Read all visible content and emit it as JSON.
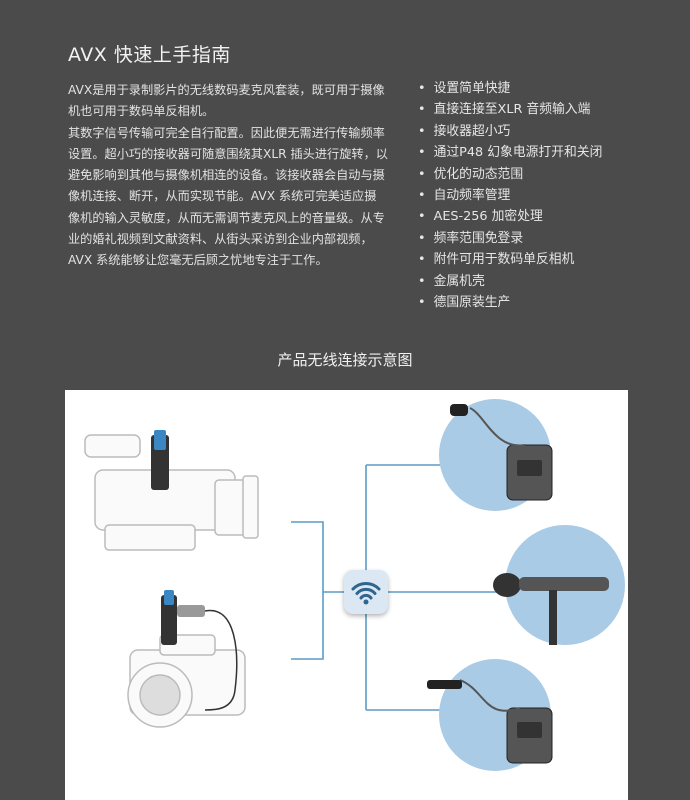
{
  "header": {
    "title": "AVX 快速上手指南"
  },
  "intro": {
    "paragraphs": [
      "AVX是用于录制影片的无线数码麦克风套装，既可用于摄像机也可用于数码单反相机。",
      "其数字信号传输可完全自行配置。因此便无需进行传输频率设置。超小巧的接收器可随意围绕其XLR 插头进行旋转，以避免影响到其他与摄像机相连的设备。该接收器会自动与摄像机连接、断开，从而实现节能。AVX 系统可完美适应摄像机的输入灵敏度，从而无需调节麦克风上的音量级。从专业的婚礼视频到文献资料、从街头采访到企业内部视频，AVX 系统能够让您毫无后顾之忧地专注于工作。"
    ]
  },
  "features": [
    "设置简单快捷",
    "直接连接至XLR 音频输入端",
    "接收器超小巧",
    "通过P48 幻象电源打开和关闭",
    "优化的动态范围",
    "自动频率管理",
    "AES-256 加密处理",
    "频率范围免登录",
    "附件可用于数码单反相机",
    "金属机壳",
    "德国原装生产"
  ],
  "diagram": {
    "title": "产品无线连接示意图",
    "line_color": "#5b9cc4",
    "circle_color": "#a9cbe6",
    "icon_color": "#2e6690"
  }
}
